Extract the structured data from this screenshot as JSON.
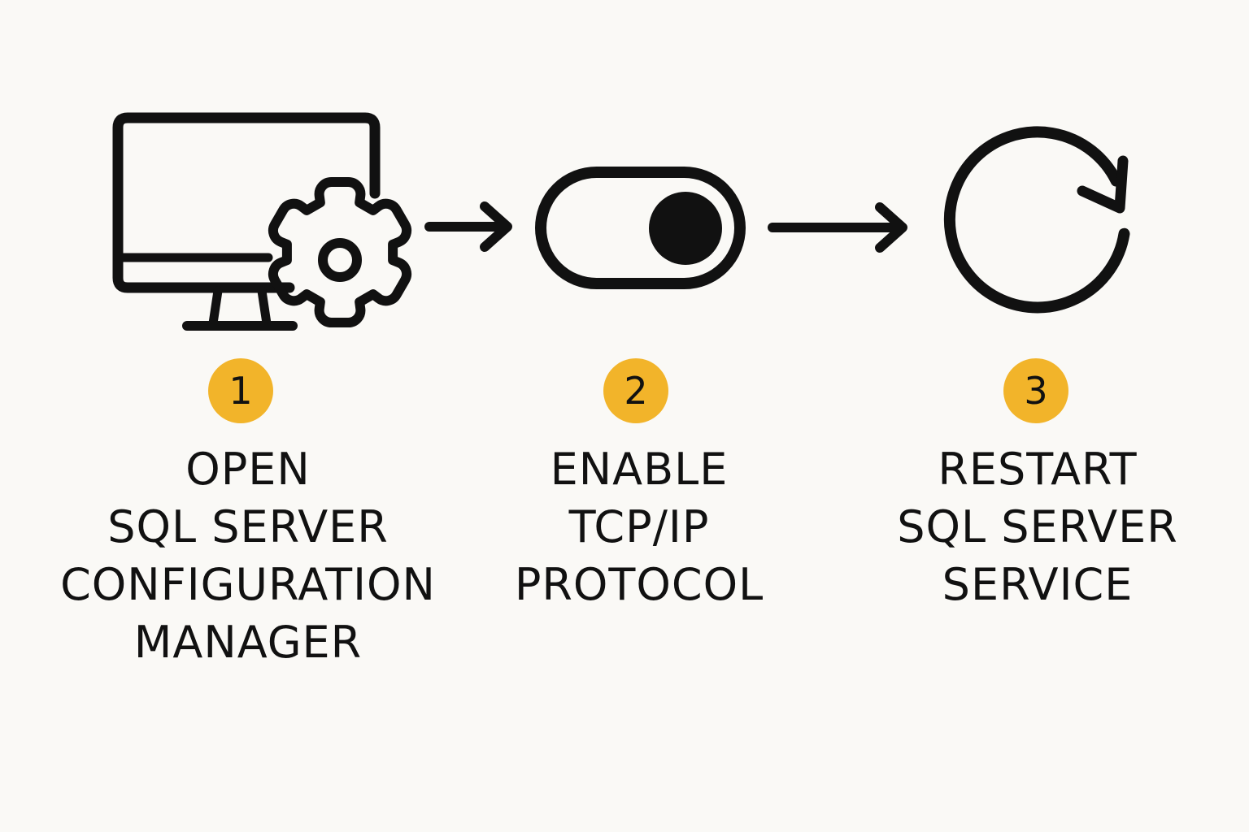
{
  "colors": {
    "background": "#faf9f6",
    "ink": "#111111",
    "badge": "#f2b42a"
  },
  "steps": [
    {
      "number": "1",
      "icon": "monitor-gear-icon",
      "lines": [
        "OPEN",
        "SQL SERVER",
        "CONFIGURATION",
        "MANAGER"
      ]
    },
    {
      "number": "2",
      "icon": "toggle-switch-icon",
      "lines": [
        "ENABLE",
        "TCP/IP",
        "PROTOCOL"
      ]
    },
    {
      "number": "3",
      "icon": "restart-icon",
      "lines": [
        "RESTART",
        "SQL SERVER",
        "SERVICE"
      ]
    }
  ],
  "connectors": [
    "arrow-right-icon",
    "arrow-right-icon"
  ]
}
